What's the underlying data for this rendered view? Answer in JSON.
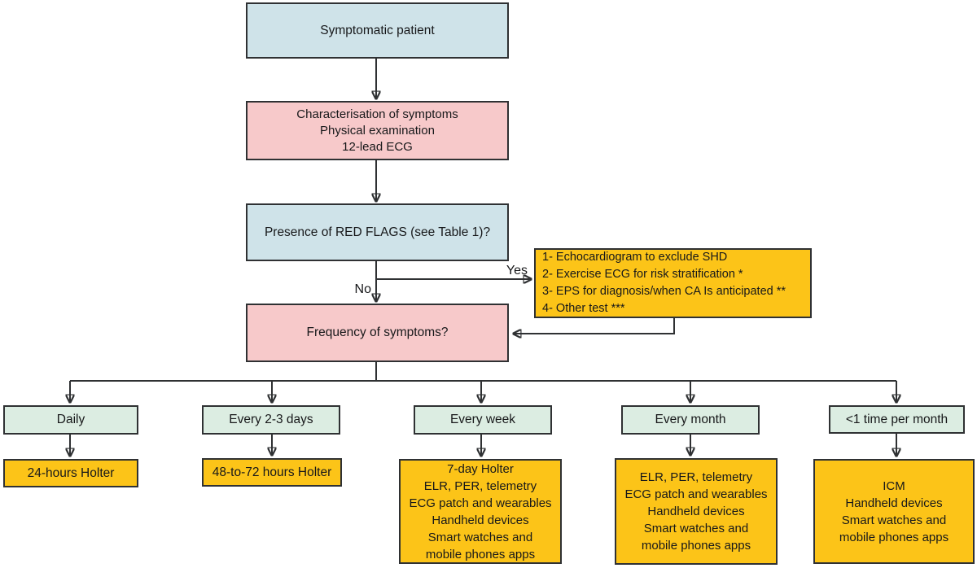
{
  "colors": {
    "blue": "#cfe3e9",
    "pink": "#f7c9ca",
    "green": "#dcede2",
    "yellow": "#fcc418",
    "border": "#2f3133",
    "line": "#2f3133",
    "ink": "#17181a"
  },
  "nodes": {
    "symptomatic": "Symptomatic patient",
    "characterisation": [
      "Characterisation of symptoms",
      "Physical examination",
      "12-lead ECG"
    ],
    "red_flags": "Presence of RED FLAGS (see Table 1)?",
    "workup": [
      "1- Echocardiogram to exclude SHD",
      "2- Exercise ECG for risk stratification *",
      "3- EPS for diagnosis/when CA Is anticipated **",
      "4- Other test ***"
    ],
    "frequency": "Frequency of symptoms?"
  },
  "edge_labels": {
    "yes": "Yes",
    "no": "No"
  },
  "branches": [
    {
      "condition": "Daily",
      "result": [
        "24-hours Holter"
      ]
    },
    {
      "condition": "Every 2-3 days",
      "result": [
        "48-to-72 hours Holter"
      ]
    },
    {
      "condition": "Every week",
      "result": [
        "7-day Holter",
        "ELR, PER, telemetry",
        "ECG patch and wearables",
        "Handheld devices",
        "Smart watches and",
        "mobile phones apps"
      ]
    },
    {
      "condition": "Every month",
      "result": [
        "ELR, PER, telemetry",
        "ECG patch and wearables",
        "Handheld devices",
        "Smart watches and",
        "mobile phones apps"
      ]
    },
    {
      "condition": "<1 time per month",
      "result": [
        "ICM",
        "Handheld devices",
        "Smart watches and",
        "mobile phones apps"
      ]
    }
  ]
}
